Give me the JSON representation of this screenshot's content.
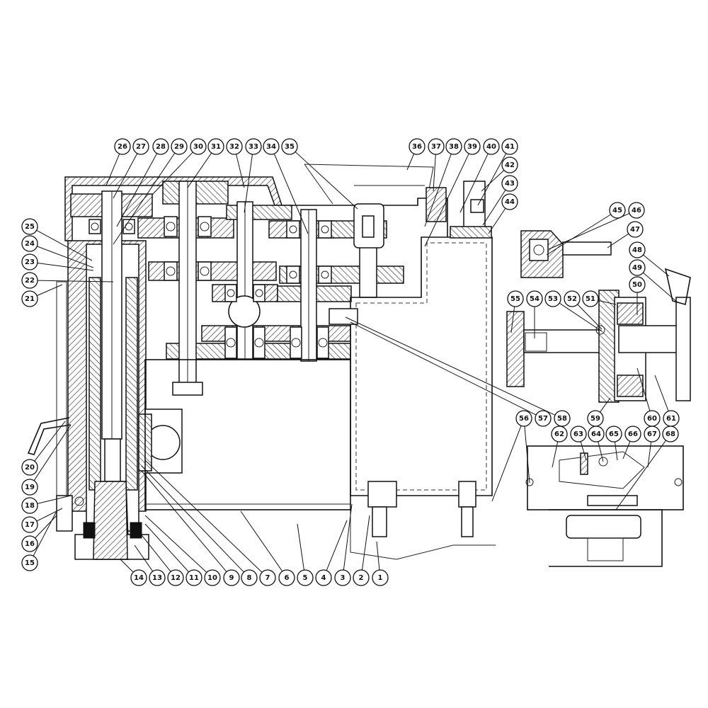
{
  "callouts": [
    "1",
    "2",
    "3",
    "4",
    "5",
    "6",
    "7",
    "8",
    "9",
    "10",
    "11",
    "12",
    "13",
    "14",
    "15",
    "16",
    "17",
    "18",
    "19",
    "20",
    "21",
    "22",
    "23",
    "24",
    "25",
    "26",
    "27",
    "28",
    "29",
    "30",
    "31",
    "32",
    "33",
    "34",
    "35",
    "36",
    "37",
    "38",
    "39",
    "40",
    "41",
    "42",
    "43",
    "44",
    "45",
    "46",
    "47",
    "48",
    "49",
    "50",
    "51",
    "52",
    "53",
    "54",
    "55",
    "56",
    "57",
    "58",
    "59",
    "60",
    "61",
    "62",
    "63",
    "64",
    "65",
    "66",
    "67",
    "68"
  ]
}
